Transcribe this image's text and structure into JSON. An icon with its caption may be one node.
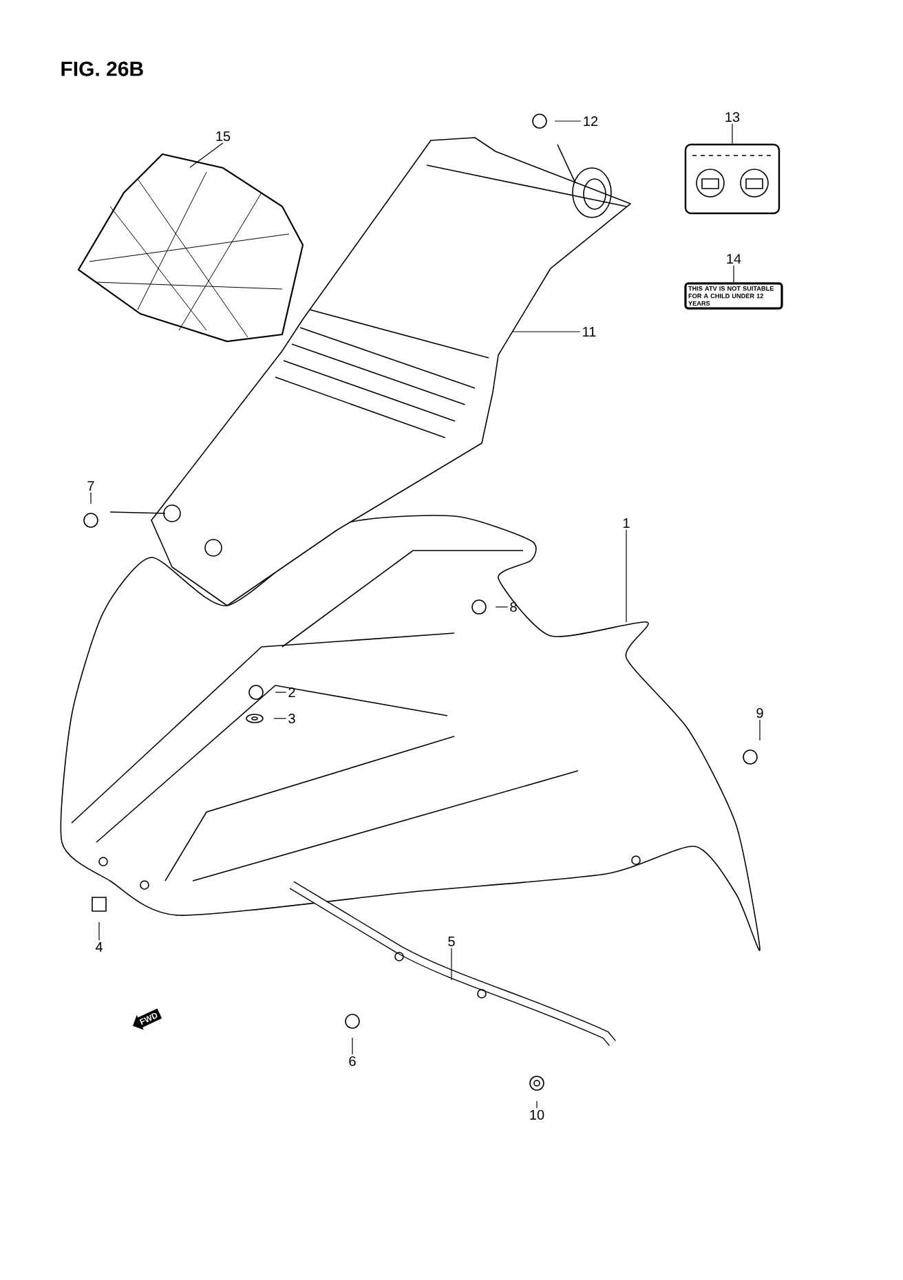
{
  "diagram": {
    "title": "FIG. 26B",
    "nodes": [
      {
        "text": [
          "1"
        ]
      },
      {
        "text": [
          "2"
        ]
      },
      {
        "text": [
          "3"
        ]
      },
      {
        "text": [
          "4"
        ]
      },
      {
        "text": [
          "5"
        ]
      },
      {
        "text": [
          "6"
        ]
      },
      {
        "text": [
          "7"
        ]
      },
      {
        "text": [
          "8"
        ]
      },
      {
        "text": [
          "9"
        ]
      },
      {
        "text": [
          "10"
        ]
      },
      {
        "text": [
          "11"
        ]
      },
      {
        "text": [
          "12"
        ]
      },
      {
        "text": [
          "13"
        ]
      },
      {
        "text": [
          "14"
        ]
      },
      {
        "text": [
          "15"
        ]
      },
      {
        "text": [],
        "shape": "picture"
      },
      {
        "text": [
          "THIS ATV IS NOT SUITABLE FOR A CHILD UNDER 12 YEARS"
        ]
      },
      {
        "text": [],
        "shape": "picture"
      }
    ],
    "edges": [
      {
        "from": 0,
        "to": null,
        "arrow": "none"
      },
      {
        "from": 1,
        "to": null,
        "arrow": "none"
      },
      {
        "from": 2,
        "to": null,
        "arrow": "none"
      },
      {
        "from": 3,
        "to": null,
        "arrow": "none"
      },
      {
        "from": 4,
        "to": null,
        "arrow": "none"
      },
      {
        "from": 5,
        "to": null,
        "arrow": "none"
      },
      {
        "from": 6,
        "to": null,
        "arrow": "none"
      },
      {
        "from": 7,
        "to": null,
        "arrow": "none"
      },
      {
        "from": 8,
        "to": null,
        "arrow": "none"
      },
      {
        "from": 9,
        "to": null,
        "arrow": "none"
      },
      {
        "from": 10,
        "to": null,
        "arrow": "none"
      },
      {
        "from": 11,
        "to": null,
        "arrow": "none"
      },
      {
        "from": 12,
        "to": 17,
        "arrow": "none"
      },
      {
        "from": 13,
        "to": 16,
        "arrow": "none"
      },
      {
        "from": 14,
        "to": 15,
        "arrow": "none"
      }
    ],
    "labels": [
      "FWD"
    ]
  }
}
